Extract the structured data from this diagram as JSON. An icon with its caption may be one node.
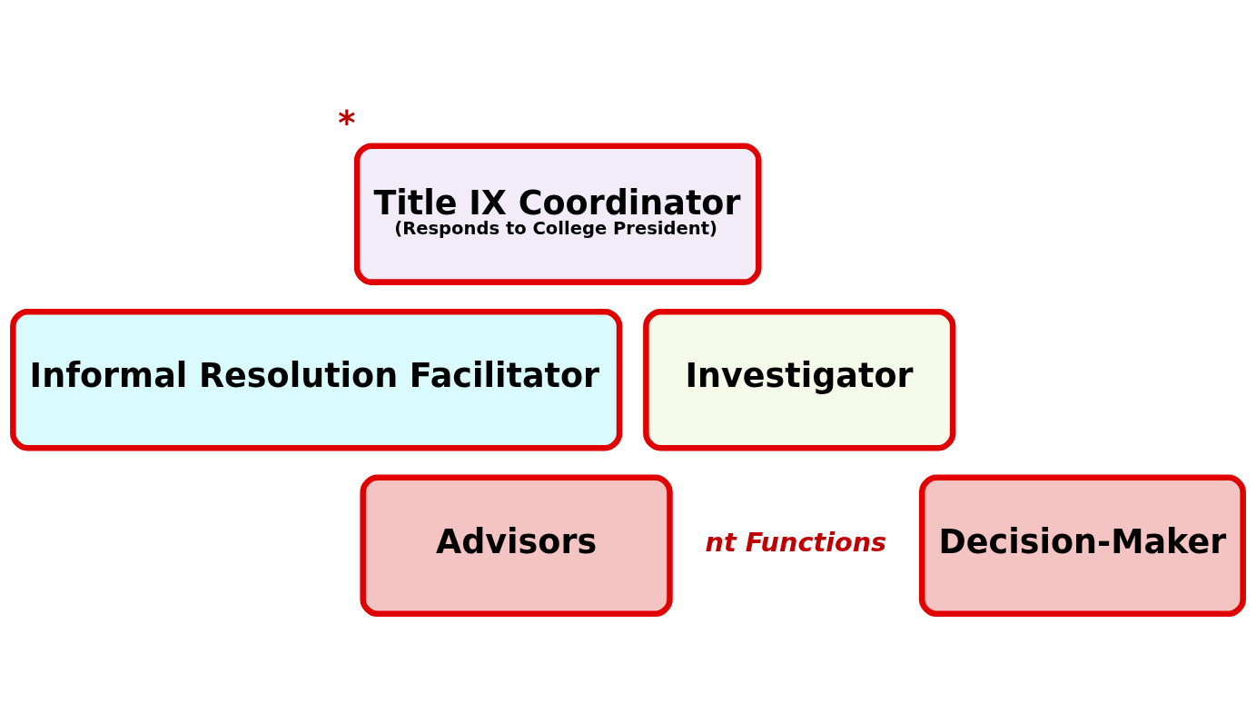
{
  "diagram": {
    "nodes": [
      {
        "text": [
          "Title IX Coordinator",
          "(Responds to College President)"
        ],
        "beside": [
          "*"
        ]
      },
      {
        "text": [
          "Informal Resolution Facilitator"
        ]
      },
      {
        "text": [
          "Investigator"
        ]
      },
      {
        "text": [
          "Decision-Maker"
        ]
      },
      {
        "text": [
          "Advisors"
        ]
      }
    ],
    "edges": [],
    "labels": [
      "nt Functions"
    ]
  }
}
